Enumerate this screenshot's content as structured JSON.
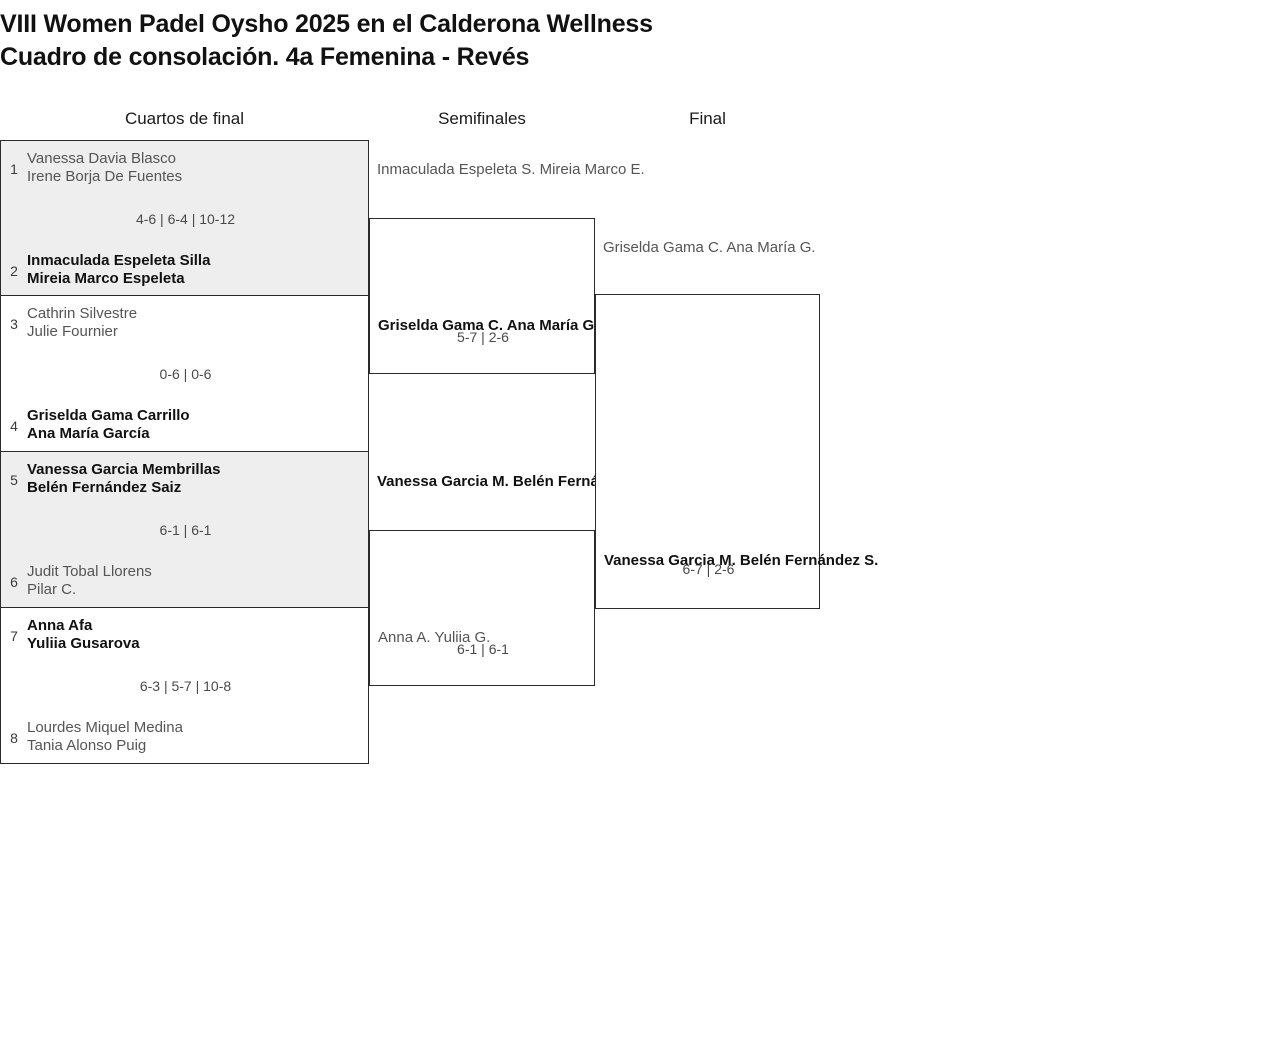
{
  "tournament": {
    "title_line1": "VIII Women Padel Oysho 2025 en el Calderona Wellness",
    "title_line2": "Cuadro de consolación. 4a Femenina - Revés"
  },
  "rounds": {
    "quarterfinals_label": "Cuartos de final",
    "semifinals_label": "Semifinales",
    "final_label": "Final"
  },
  "colors": {
    "shaded_row": "#eeeeee",
    "border": "#2b2b2b",
    "winner_text": "#111111",
    "loser_text": "#555555",
    "score_text": "#4a4a4a"
  },
  "quarterfinals": [
    {
      "seed_top": "1",
      "top_player1": "Vanessa Davia Blasco",
      "top_player2": "Irene Borja De Fuentes",
      "top_winner": false,
      "score": "4-6 | 6-4 | 10-12",
      "seed_bottom": "2",
      "bottom_player1": "Inmaculada Espeleta Silla",
      "bottom_player2": "Mireia Marco Espeleta",
      "bottom_winner": true
    },
    {
      "seed_top": "3",
      "top_player1": "Cathrin Silvestre",
      "top_player2": "Julie Fournier",
      "top_winner": false,
      "score": "0-6 | 0-6",
      "seed_bottom": "4",
      "bottom_player1": "Griselda Gama Carrillo",
      "bottom_player2": "Ana María García",
      "bottom_winner": true
    },
    {
      "seed_top": "5",
      "top_player1": "Vanessa Garcia Membrillas",
      "top_player2": "Belén Fernández Saiz",
      "top_winner": true,
      "score": "6-1 | 6-1",
      "seed_bottom": "6",
      "bottom_player1": "Judit Tobal Llorens",
      "bottom_player2": "Pilar C.",
      "bottom_winner": false
    },
    {
      "seed_top": "7",
      "top_player1": "Anna Afa",
      "top_player2": "Yuliia Gusarova",
      "top_winner": true,
      "score": "6-3 | 5-7 | 10-8",
      "seed_bottom": "8",
      "bottom_player1": "Lourdes Miquel Medina",
      "bottom_player2": "Tania Alonso Puig",
      "bottom_winner": false
    }
  ],
  "semifinals": [
    {
      "top_player1": "Inmaculada Espeleta S.",
      "top_player2": "Mireia Marco E.",
      "top_winner": false,
      "score": "5-7 | 2-6",
      "bottom_player1": "Griselda Gama C.",
      "bottom_player2": "Ana María G.",
      "bottom_winner": true
    },
    {
      "top_player1": "Vanessa Garcia M.",
      "top_player2": "Belén Fernández S.",
      "top_winner": true,
      "score": "6-1 | 6-1",
      "bottom_player1": "Anna A.",
      "bottom_player2": "Yuliia G.",
      "bottom_winner": false
    }
  ],
  "final": {
    "top_player1": "Griselda Gama C.",
    "top_player2": "Ana María G.",
    "top_winner": false,
    "score": "6-7 | 2-6",
    "bottom_player1": "Vanessa Garcia M.",
    "bottom_player2": "Belén Fernández S.",
    "bottom_winner": true
  }
}
